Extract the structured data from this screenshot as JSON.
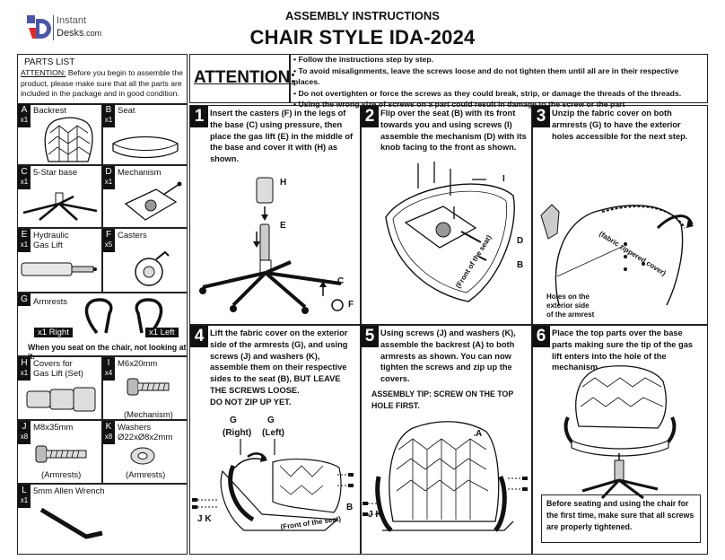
{
  "logo": {
    "line1": "Instant",
    "line2": "Desks",
    "line2_suffix": ".com"
  },
  "header": {
    "subtitle": "ASSEMBLY INSTRUCTIONS",
    "title": "CHAIR STYLE IDA-2024"
  },
  "parts_list": {
    "title": "PARTS LIST",
    "attention_word": "ATTENTION:",
    "attention_text": " Before you begin to assemble the product, please make sure that all the parts are included in the package and in good condition.",
    "parts": [
      {
        "letter": "A",
        "qty": "x1",
        "name": "Backrest"
      },
      {
        "letter": "B",
        "qty": "x1",
        "name": "Seat"
      },
      {
        "letter": "C",
        "qty": "x1",
        "name": "5-Star base"
      },
      {
        "letter": "D",
        "qty": "x1",
        "name": "Mechanism"
      },
      {
        "letter": "E",
        "qty": "x1",
        "name": "Hydraulic\nGas Lift"
      },
      {
        "letter": "F",
        "qty": "x5",
        "name": "Casters"
      },
      {
        "letter": "G",
        "qty": "",
        "name": "Armrests"
      },
      {
        "letter": "H",
        "qty": "x1",
        "name": "Covers for\nGas Lift (Set)"
      },
      {
        "letter": "I",
        "qty": "x4",
        "name": "M6x20mm"
      },
      {
        "letter": "J",
        "qty": "x8",
        "name": "M8x35mm"
      },
      {
        "letter": "K",
        "qty": "x8",
        "name": "Washers\nØ22xØ8x2mm"
      },
      {
        "letter": "L",
        "qty": "x1",
        "name": "5mm Allen Wrench"
      }
    ],
    "armrest_right": "x1 Right",
    "armrest_left": "x1 Left",
    "armrest_note": "When you seat on the chair, not looking at it.",
    "mechanism_caption": "(Mechanism)",
    "j_caption": "(Armrests)",
    "k_caption": "(Armrests)"
  },
  "attention": {
    "title": "ATTENTION:",
    "items": [
      "Follow the instructions step by step.",
      "To avoid misalignments, leave the screws loose and do not tighten them until all are in their respective places.",
      "Do not overtighten or force the screws as they could break, strip, or damage the threads of the threads.",
      "Using the wrong size of screws on a part could result in damage to the screw or the part"
    ]
  },
  "steps": [
    {
      "num": "1",
      "text": "Insert the casters (F) in the legs of the base (C) using pressure, then place the gas lift (E) in the middle of the base and cover it with (H) as shown."
    },
    {
      "num": "2",
      "text": "Flip over the seat (B) with its front towards you and using screws (I) assemble the mechanism (D) with its knob facing to the front as shown."
    },
    {
      "num": "3",
      "text": "Unzip the fabric cover on both armrests (G) to have the exterior holes accessible for the next step."
    },
    {
      "num": "4",
      "text": "Lift the fabric cover on the exterior side of the armrests (G), and using screws (J) and washers (K), assemble them on their respective sides to the seat (B), BUT LEAVE THE SCREWS LOOSE.\nDO NOT ZIP UP YET."
    },
    {
      "num": "5",
      "text": "Using screws (J) and washers (K), assemble the backrest (A) to both armrests as shown. You can now tighten the screws and zip up the covers."
    },
    {
      "num": "6",
      "text": "Place the top parts over the base parts making sure the tip of the gas lift enters into the hole of the mechanism."
    }
  ],
  "step5_tip": "ASSEMBLY TIP: SCREW ON THE TOP HOLE FIRST.",
  "step6_note": "Before seating and using the chair for the first time, make sure that all screws are properly tightened.",
  "labels": {
    "H": "H",
    "E": "E",
    "C": "C",
    "F": "F",
    "I": "I",
    "D": "D",
    "B": "B",
    "A": "A",
    "front_of_seat": "(Front of the seat)",
    "fabric_cover": "(fabric zippered cover)",
    "holes_note": "Holes on the\nexterior side\nof the armrest",
    "g": "G",
    "right": "(Right)",
    "left": "(Left)",
    "jk": "J K"
  }
}
